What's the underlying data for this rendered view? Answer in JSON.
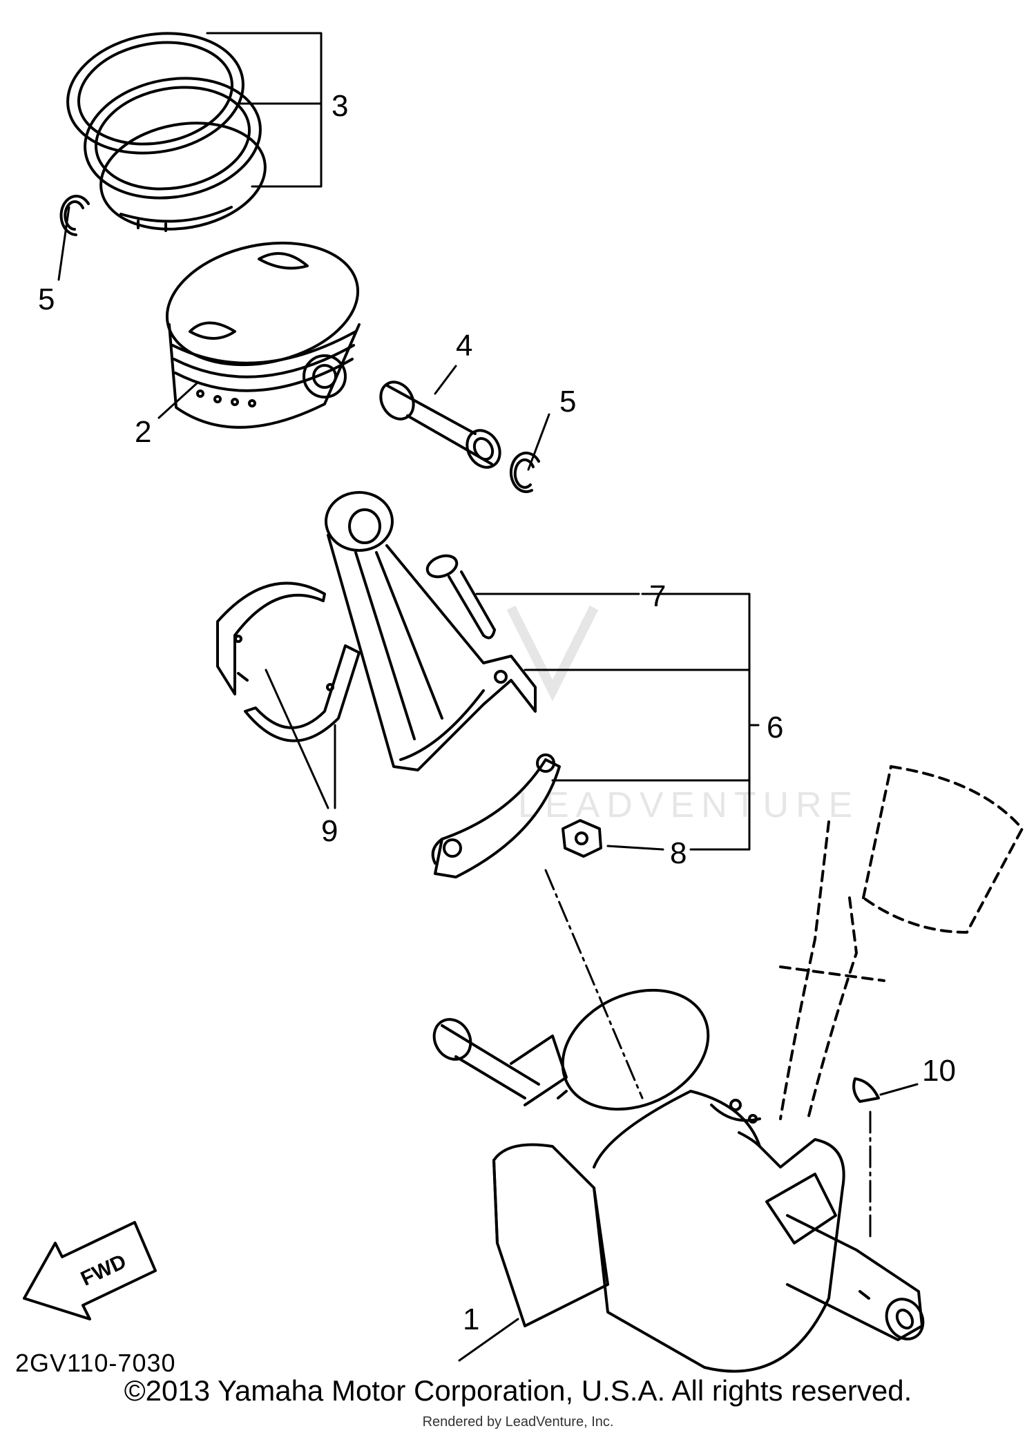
{
  "diagram": {
    "callouts": [
      {
        "id": "1",
        "label": "1"
      },
      {
        "id": "2",
        "label": "2"
      },
      {
        "id": "3",
        "label": "3"
      },
      {
        "id": "4",
        "label": "4"
      },
      {
        "id": "5a",
        "label": "5"
      },
      {
        "id": "5b",
        "label": "5"
      },
      {
        "id": "6",
        "label": "6"
      },
      {
        "id": "7",
        "label": "7"
      },
      {
        "id": "8",
        "label": "8"
      },
      {
        "id": "9",
        "label": "9"
      },
      {
        "id": "10",
        "label": "10"
      }
    ],
    "fwd_label": "FWD",
    "diagram_code": "2GV110-7030",
    "watermark": "LEADVENTURE"
  },
  "footer": {
    "copyright": "©2013 Yamaha Motor Corporation, U.S.A. All rights reserved.",
    "rendered_by": "Rendered by LeadVenture, Inc."
  }
}
